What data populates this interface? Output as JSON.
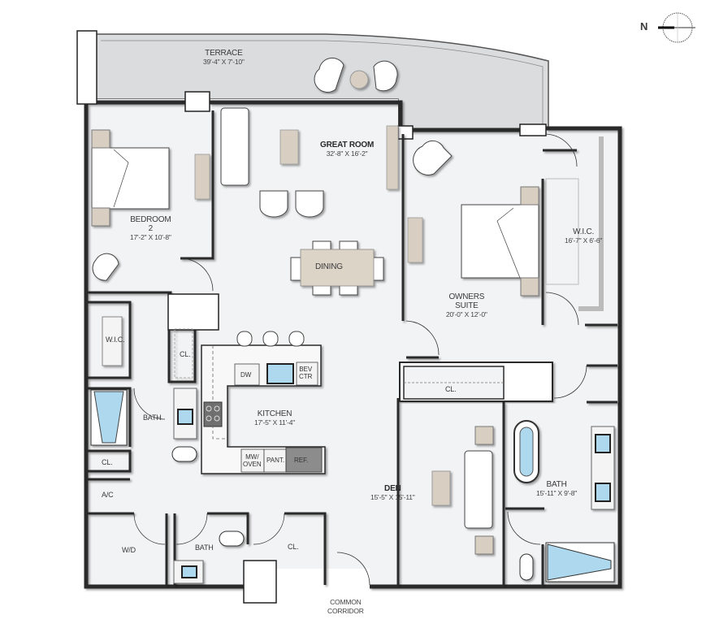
{
  "compass": {
    "label": "N"
  },
  "rooms": {
    "terrace": {
      "name": "TERRACE",
      "dims": "39'-4\" X 7'-10\""
    },
    "great_room": {
      "name": "GREAT ROOM",
      "dims": "32'-8\" X 16'-2\""
    },
    "bedroom2": {
      "name": "BEDROOM",
      "number": "2",
      "dims": "17'-2\" X 10'-8\""
    },
    "dining": {
      "name": "DINING"
    },
    "owners_suite": {
      "name": "OWNERS",
      "name2": "SUITE",
      "dims": "20'-0\" X 12'-0\""
    },
    "owners_wic": {
      "name": "W.I.C.",
      "dims": "16'-7\" X 6'-6\""
    },
    "wic2": {
      "name": "W.I.C."
    },
    "cl_hall": {
      "name": "CL."
    },
    "bath2": {
      "name": "BATH"
    },
    "cl_bedroom": {
      "name": "CL."
    },
    "kitchen": {
      "name": "KITCHEN",
      "dims": "17'-5\" X 11'-4\""
    },
    "owners_cl": {
      "name": "CL."
    },
    "den": {
      "name": "DEN",
      "dims": "15'-5\" X 15'-11\""
    },
    "owners_bath": {
      "name": "BATH",
      "dims": "15'-11\" X 9'-8\""
    },
    "ac": {
      "name": "A/C"
    },
    "wd": {
      "name": "W/D"
    },
    "powder_bath": {
      "name": "BATH"
    },
    "cl_entry": {
      "name": "CL."
    },
    "corridor": {
      "name": "COMMON",
      "name2": "CORRIDOR"
    }
  },
  "kitchen_fixtures": {
    "dw": "DW",
    "bev": "BEV",
    "bev2": "CTR",
    "mw": "MW/",
    "mw2": "OVEN",
    "pantry": "PANT.",
    "ref": "REF."
  },
  "colors": {
    "wall": "#2b2b2b",
    "floor": "#f2f3f4",
    "terrace": "#d9dcde",
    "wood": "#d8cfc2",
    "water": "#aed8ee",
    "fridge": "#8c8c8c"
  }
}
